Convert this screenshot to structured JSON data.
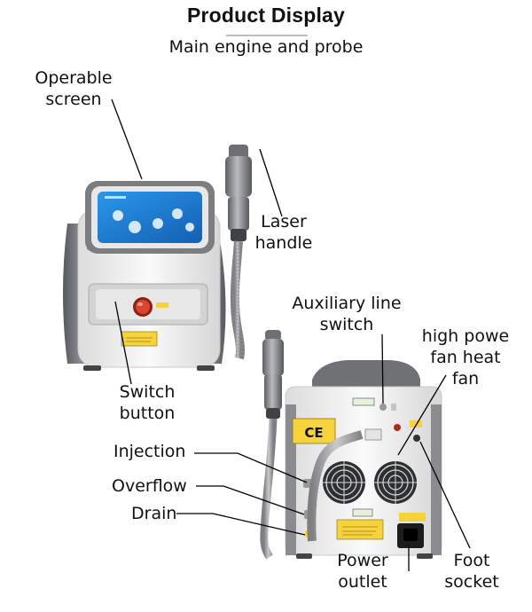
{
  "header": {
    "title": "Product Display",
    "subtitle": "Main engine and probe"
  },
  "callouts": {
    "operable_screen": [
      "Operable",
      "screen"
    ],
    "laser_handle": [
      "Laser",
      "handle"
    ],
    "auxiliary_line_switch": [
      "Auxiliary line",
      "switch"
    ],
    "fan": [
      "high powe",
      "fan heat",
      "fan"
    ],
    "switch_button": [
      "Switch",
      "button"
    ],
    "injection": "Injection",
    "overflow": "Overflow",
    "drain": "Drain",
    "power_outlet": [
      "Power",
      "outlet"
    ],
    "foot_socket": [
      "Foot",
      "socket"
    ]
  },
  "device_marks": {
    "ce_mark": "CE"
  },
  "colors": {
    "shell_gray": "#6f7175",
    "body_white": "#f2f2f2",
    "screen_blue": "#1f7fd6",
    "button_red": "#c0392b",
    "warning_yellow": "#f6d33c",
    "leader_line": "#000000"
  }
}
